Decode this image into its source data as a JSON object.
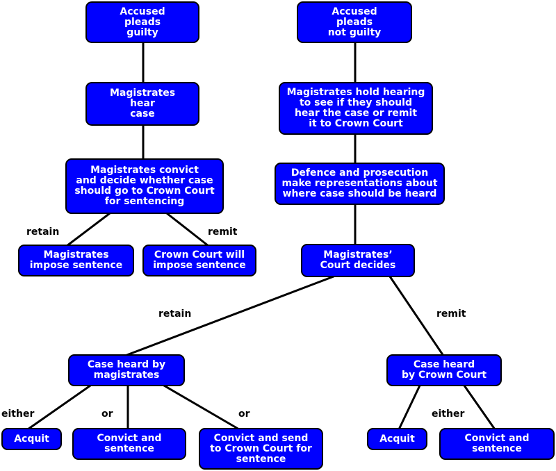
{
  "colors": {
    "node_fill": "#0000ff",
    "node_border": "#000000",
    "node_text": "#ffffff",
    "connector": "#000000",
    "label_text": "#000000"
  },
  "nodes": {
    "accused_guilty": "Accused\npleads\nguilty",
    "accused_not_guilty": "Accused\npleads\nnot guilty",
    "magistrates_hear_case": "Magistrates\nhear\ncase",
    "magistrates_hold_hearing": "Magistrates hold hearing\nto see if they should\nhear the case or remit\nit to Crown Court",
    "magistrates_convict_decide": "Magistrates convict\nand decide whether case\nshould go to Crown Court\nfor sentencing",
    "defence_prosecution": "Defence and prosecution\nmake representations about\nwhere case should be heard",
    "magistrates_impose": "Magistrates\nimpose sentence",
    "crown_court_impose": "Crown Court will\nimpose sentence",
    "magistrates_court_decides": "Magistrates’\nCourt decides",
    "case_heard_magistrates": "Case heard by\nmagistrates",
    "case_heard_crown": "Case heard\nby Crown Court",
    "acquit_1": "Acquit",
    "convict_sentence_1": "Convict and\nsentence",
    "convict_send_crown": "Convict and send\nto Crown Court for\nsentence",
    "acquit_2": "Acquit",
    "convict_sentence_2": "Convict and\nsentence"
  },
  "labels": {
    "retain_1": "retain",
    "remit_1": "remit",
    "retain_2": "retain",
    "remit_2": "remit",
    "either_1": "either",
    "or_1": "or",
    "or_2": "or",
    "either_2": "either"
  }
}
